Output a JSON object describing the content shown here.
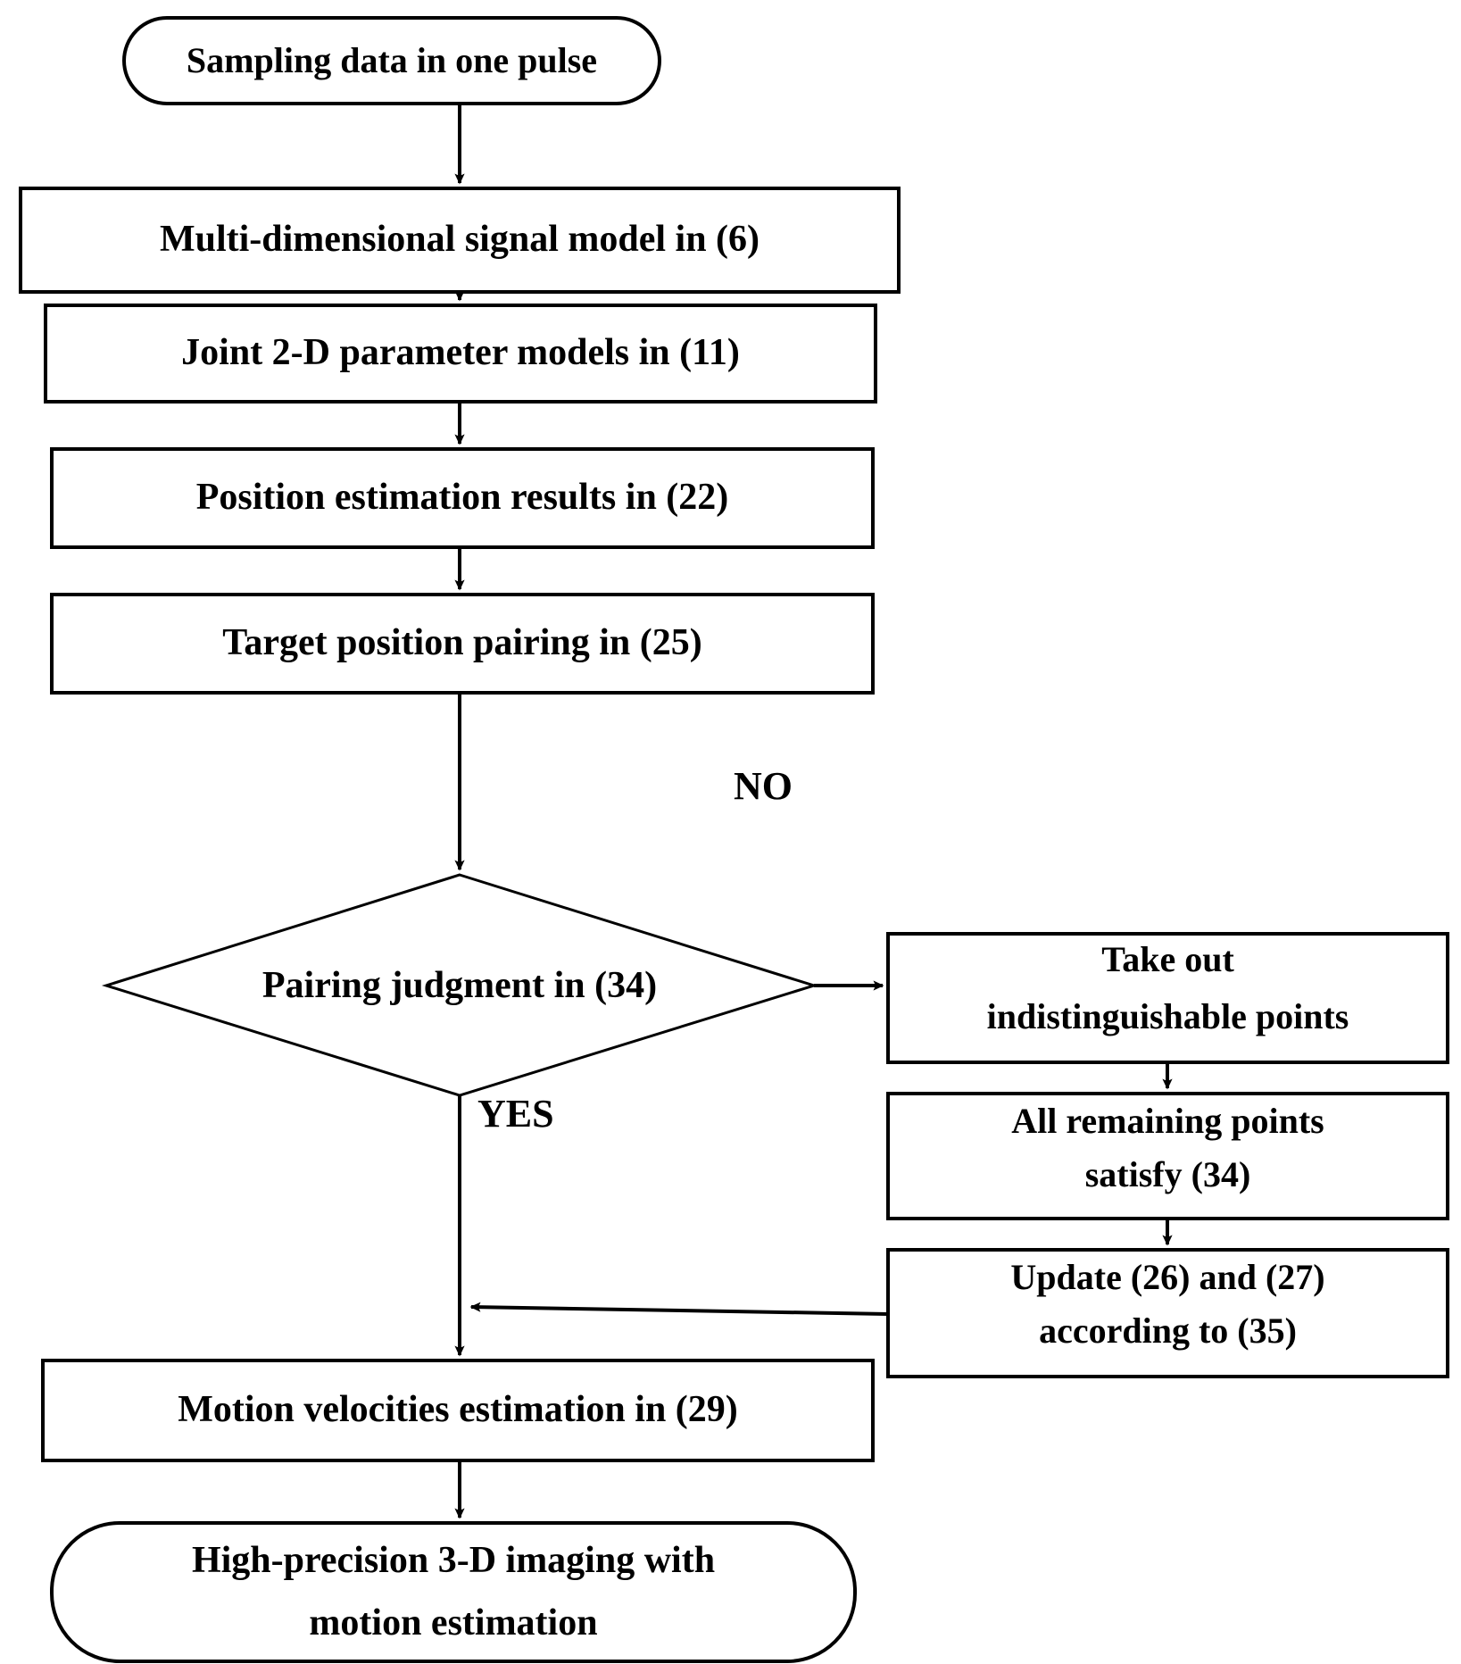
{
  "diagram": {
    "type": "flowchart",
    "title": "High-precision 3-D imaging processing flowchart",
    "orientation": "top-to-bottom with right-side correction branch",
    "stroke_color": "#000000",
    "fill_color": "#ffffff",
    "text_color": "#000000",
    "nodes": [
      {
        "id": "n1",
        "shape": "rounded-terminal",
        "label": "Sampling data in one pulse"
      },
      {
        "id": "n2",
        "shape": "rectangle",
        "label": "Multi-dimensional signal model in (6)"
      },
      {
        "id": "n3",
        "shape": "rectangle",
        "label": "Joint 2-D parameter models in (11)"
      },
      {
        "id": "n4",
        "shape": "rectangle",
        "label": "Position estimation results in (22)"
      },
      {
        "id": "n5",
        "shape": "rectangle",
        "label": "Target position pairing in (25)"
      },
      {
        "id": "n6",
        "shape": "diamond",
        "label": "Pairing judgment in (34)"
      },
      {
        "id": "n7",
        "shape": "rectangle",
        "label_line1": "Take out",
        "label_line2": "indistinguishable points"
      },
      {
        "id": "n8",
        "shape": "rectangle",
        "label_line1": "All remaining points",
        "label_line2": "satisfy (34)"
      },
      {
        "id": "n9",
        "shape": "rectangle",
        "label_line1": "Update (26) and (27)",
        "label_line2": "according to (35)"
      },
      {
        "id": "n10",
        "shape": "rectangle",
        "label": "Motion velocities estimation in (29)"
      },
      {
        "id": "n11",
        "shape": "rounded-terminal",
        "label_line1": "High-precision 3-D imaging with",
        "label_line2": "motion estimation"
      }
    ],
    "edges": [
      {
        "from": "n1",
        "to": "n2",
        "label": ""
      },
      {
        "from": "n2",
        "to": "n3",
        "label": ""
      },
      {
        "from": "n3",
        "to": "n4",
        "label": ""
      },
      {
        "from": "n4",
        "to": "n5",
        "label": ""
      },
      {
        "from": "n5",
        "to": "n6",
        "label": ""
      },
      {
        "from": "n6",
        "to": "n7",
        "label": "NO"
      },
      {
        "from": "n6",
        "to": "n10",
        "label": "YES"
      },
      {
        "from": "n7",
        "to": "n8",
        "label": ""
      },
      {
        "from": "n8",
        "to": "n9",
        "label": ""
      },
      {
        "from": "n9",
        "to": "n10",
        "label": ""
      },
      {
        "from": "n10",
        "to": "n11",
        "label": ""
      }
    ],
    "edge_labels": {
      "no": "NO",
      "yes": "YES"
    }
  }
}
